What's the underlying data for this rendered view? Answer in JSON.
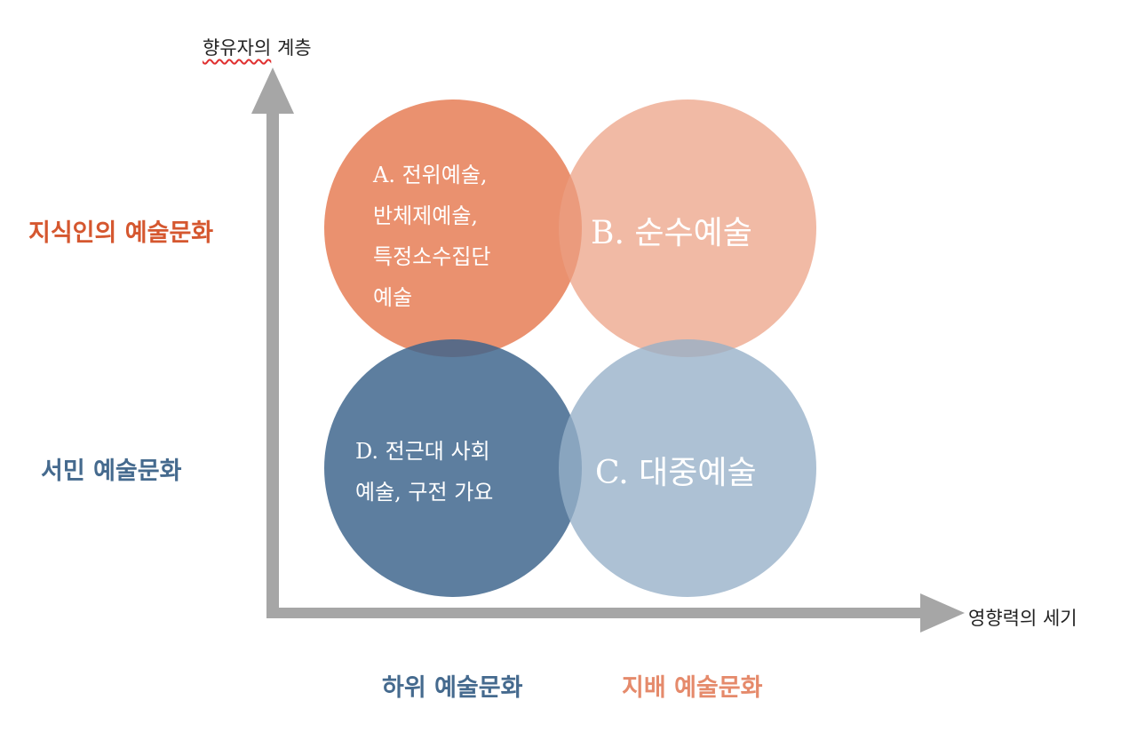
{
  "axes": {
    "y_title_underlined": "향유자의",
    "y_title_rest": " 계층",
    "x_title": "영향력의 세기"
  },
  "row_labels": {
    "intellectual": "지식인의 예술문화",
    "common": "서민 예술문화"
  },
  "column_labels": {
    "subordinate": "하위 예술문화",
    "dominant": "지배 예술문화"
  },
  "circles": {
    "a": {
      "lines": [
        "A. 전위예술,",
        "반체제예술,",
        "특정소수집단",
        "예술"
      ]
    },
    "b": {
      "label": "B. 순수예술"
    },
    "c": {
      "label": "C. 대중예술"
    },
    "d": {
      "lines": [
        "D. 전근대 사회",
        "예술, 구전 가요"
      ]
    }
  },
  "colors": {
    "intellectual_label": "#d5572f",
    "common_label": "#456a8e",
    "dominant_label": "#e58a6b",
    "axis": "#a6a6a6"
  }
}
